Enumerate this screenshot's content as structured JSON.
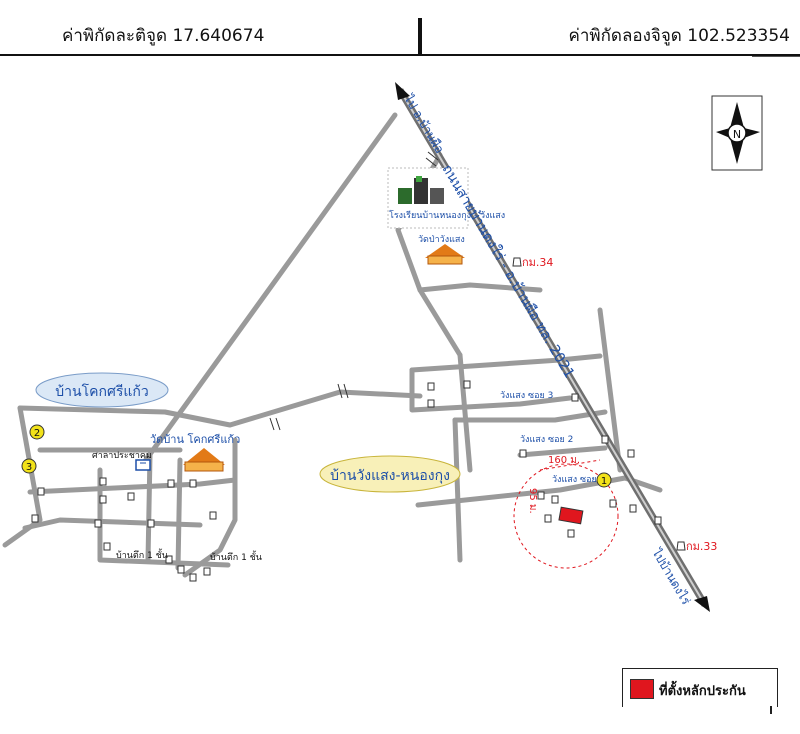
{
  "header": {
    "latitude_text": "ค่าพิกัดละติจูด 17.640674",
    "longitude_text": "ค่าพิกัดลองจิจูด 102.523354"
  },
  "map": {
    "compass_label": "N",
    "road_label": "ถนนสายบ้านดงใร่ - อ.บ้านผือ ทล. 2021",
    "to_ban_phue": "ไป อ.บ้านผือ",
    "to_ban_dong_rai": "ไปบ้านดงไร่",
    "school": "โรงเรียนบ้านหนองกุง - วังแสง",
    "temple_wang_saeng": "วัดป่าวังแสง",
    "km34": "กม.34",
    "km33": "กม.33",
    "village_khok_si_kaeo": "บ้านโคกศรีแก้ว",
    "village_wang_saeng": "บ้านวังแสง-หนองกุง",
    "temple_khok_si_kaeo": "วัดบ้าน โคกศรีแก้ว",
    "sala": "ศาลาประชาคม",
    "soi3": "วังแสง ซอย 3",
    "soi2": "วังแสง ซอย 2",
    "soi1": "วังแสง ซอย 1",
    "dist_160": "160 ม.",
    "dist_95": "95 ม.",
    "house_1": "บ้านตึก 1 ชั้น",
    "house_2": "บ้านตึก 1 ชั้น",
    "marker_1": "1",
    "marker_2": "2",
    "marker_3": "3",
    "colors": {
      "road": "#9a9a9a",
      "highway": "#6f6f6f",
      "blue_text": "#1d4fa8",
      "red": "#e0161e",
      "marker": "#f2e21a"
    }
  },
  "legend": {
    "label": "ที่ตั้งหลักประกัน"
  }
}
